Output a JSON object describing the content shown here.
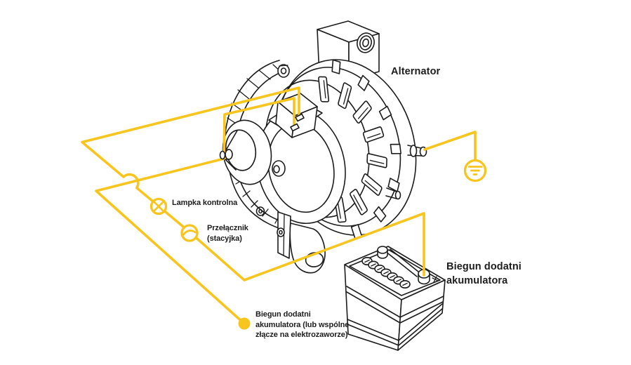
{
  "colors": {
    "bg": "#ffffff",
    "wire": "#f7c51e",
    "ink": "#1c1c1c",
    "text": "#1d1d1d"
  },
  "labels": {
    "alternator": "Alternator",
    "indicator_lamp": "Lampka kontrolna",
    "ignition_switch": {
      "line1": "Przełącznik",
      "line2": "(stacyjka)"
    },
    "battery_positive": {
      "line1": "Biegun dodatni",
      "line2": "akumulatora"
    },
    "battery_common": {
      "line1": "Biegun dodatni",
      "line2": "akumulatora (lub wspólne",
      "line3": "złącze na elektrozaworze)"
    }
  },
  "icons": {
    "lamp": "indicator-lamp-icon",
    "switch": "ignition-switch-icon",
    "ground": "ground-icon",
    "junction": "junction-dot"
  }
}
